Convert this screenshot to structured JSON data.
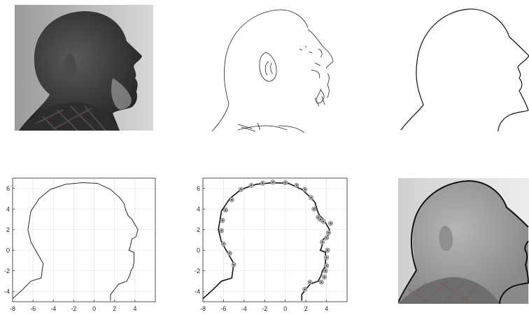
{
  "figure": {
    "panels": [
      {
        "id": "photo",
        "kind": "grayscale-photograph",
        "subject": "bald man in profile facing right, plaid shirt"
      },
      {
        "id": "edges",
        "kind": "edge-detection"
      },
      {
        "id": "outline",
        "kind": "head-silhouette-contour"
      },
      {
        "id": "contour-plot",
        "kind": "line-plot"
      },
      {
        "id": "spline-plot",
        "kind": "line-plot-with-control-points"
      },
      {
        "id": "overlay",
        "kind": "photo-with-contour-overlay"
      }
    ]
  },
  "chart_data": [
    {
      "type": "line",
      "title": "",
      "xlabel": "",
      "ylabel": "",
      "xlim": [
        -8,
        6
      ],
      "ylim": [
        -5,
        7
      ],
      "xticks": [
        "-8",
        "-6",
        "-4",
        "-2",
        "0",
        "2",
        "4"
      ],
      "yticks": [
        "6",
        "4",
        "2",
        "0",
        "-2",
        "-4"
      ],
      "grid": true,
      "series": [
        {
          "x": [
            -8,
            -7,
            -6.2,
            -5.2,
            -5.0,
            -5.4,
            -6.2,
            -6.5,
            -6.2,
            -5.4,
            -4.3,
            -2.8,
            -1.2,
            0.3,
            1.6,
            2.5,
            2.9,
            3.1,
            3.3,
            3.7,
            4.3,
            4.1,
            3.7,
            3.5,
            3.4,
            3.9,
            3.9,
            3.9,
            3.8,
            3.6,
            3.5,
            3.2,
            2.4,
            1.6,
            1.6
          ],
          "y": [
            -4.7,
            -3.8,
            -3.0,
            -2.7,
            -1.3,
            -0.6,
            0.8,
            2.0,
            3.8,
            5.0,
            5.9,
            6.4,
            6.55,
            6.5,
            5.9,
            5.1,
            4.6,
            3.9,
            3.4,
            3.0,
            2.0,
            1.3,
            1.1,
            0.2,
            0.0,
            -0.2,
            -0.6,
            -1.2,
            -1.7,
            -2.0,
            -2.4,
            -3.0,
            -3.3,
            -4.3,
            -4.9
          ]
        }
      ]
    },
    {
      "type": "line",
      "title": "",
      "xlabel": "",
      "ylabel": "",
      "xlim": [
        -8,
        6
      ],
      "ylim": [
        -5,
        7
      ],
      "xticks": [
        "-8",
        "-6",
        "-4",
        "-2",
        "0",
        "2",
        "4"
      ],
      "yticks": [
        "6",
        "4",
        "2",
        "0",
        "-2",
        "-4"
      ],
      "grid": true,
      "series": [
        {
          "x": [
            -8,
            -7,
            -6.2,
            -5.2,
            -5.0,
            -5.4,
            -6.2,
            -6.5,
            -6.2,
            -5.4,
            -4.3,
            -2.8,
            -1.2,
            0.3,
            1.6,
            2.5,
            2.9,
            3.1,
            3.3,
            3.7,
            4.3,
            4.1,
            3.7,
            3.5,
            3.4,
            3.9,
            3.9,
            3.9,
            3.8,
            3.6,
            3.5,
            3.2,
            2.4,
            1.6,
            1.6
          ],
          "y": [
            -4.7,
            -3.8,
            -3.0,
            -2.7,
            -1.3,
            -0.6,
            0.8,
            2.0,
            3.8,
            5.0,
            5.9,
            6.4,
            6.55,
            6.5,
            5.9,
            5.1,
            4.6,
            3.9,
            3.4,
            3.0,
            2.0,
            1.3,
            1.1,
            0.2,
            0.0,
            -0.2,
            -0.6,
            -1.2,
            -1.7,
            -2.0,
            -2.4,
            -3.0,
            -3.3,
            -4.3,
            -4.9
          ]
        }
      ],
      "control_points": {
        "x": [
          -5.0,
          -5.4,
          -6.0,
          -6.2,
          -6.1,
          -5.8,
          -5.2,
          -4.3,
          -3.3,
          -2.2,
          -1.2,
          0.0,
          1.1,
          1.9,
          2.5,
          2.8,
          3.2,
          3.4,
          3.7,
          4.4,
          4.2,
          4.0,
          3.6,
          4.1,
          4.0,
          4.0,
          3.9,
          3.8,
          3.5,
          2.4,
          1.9
        ],
        "y": [
          -1.4,
          -0.3,
          0.6,
          1.9,
          2.9,
          3.9,
          4.9,
          5.9,
          6.3,
          6.5,
          6.6,
          6.55,
          6.3,
          5.9,
          5.1,
          4.0,
          3.2,
          3.0,
          2.8,
          2.6,
          1.7,
          1.2,
          0.8,
          0.0,
          -0.7,
          -1.5,
          -2.0,
          -2.6,
          -3.1,
          -3.1,
          -3.8
        ]
      }
    }
  ]
}
